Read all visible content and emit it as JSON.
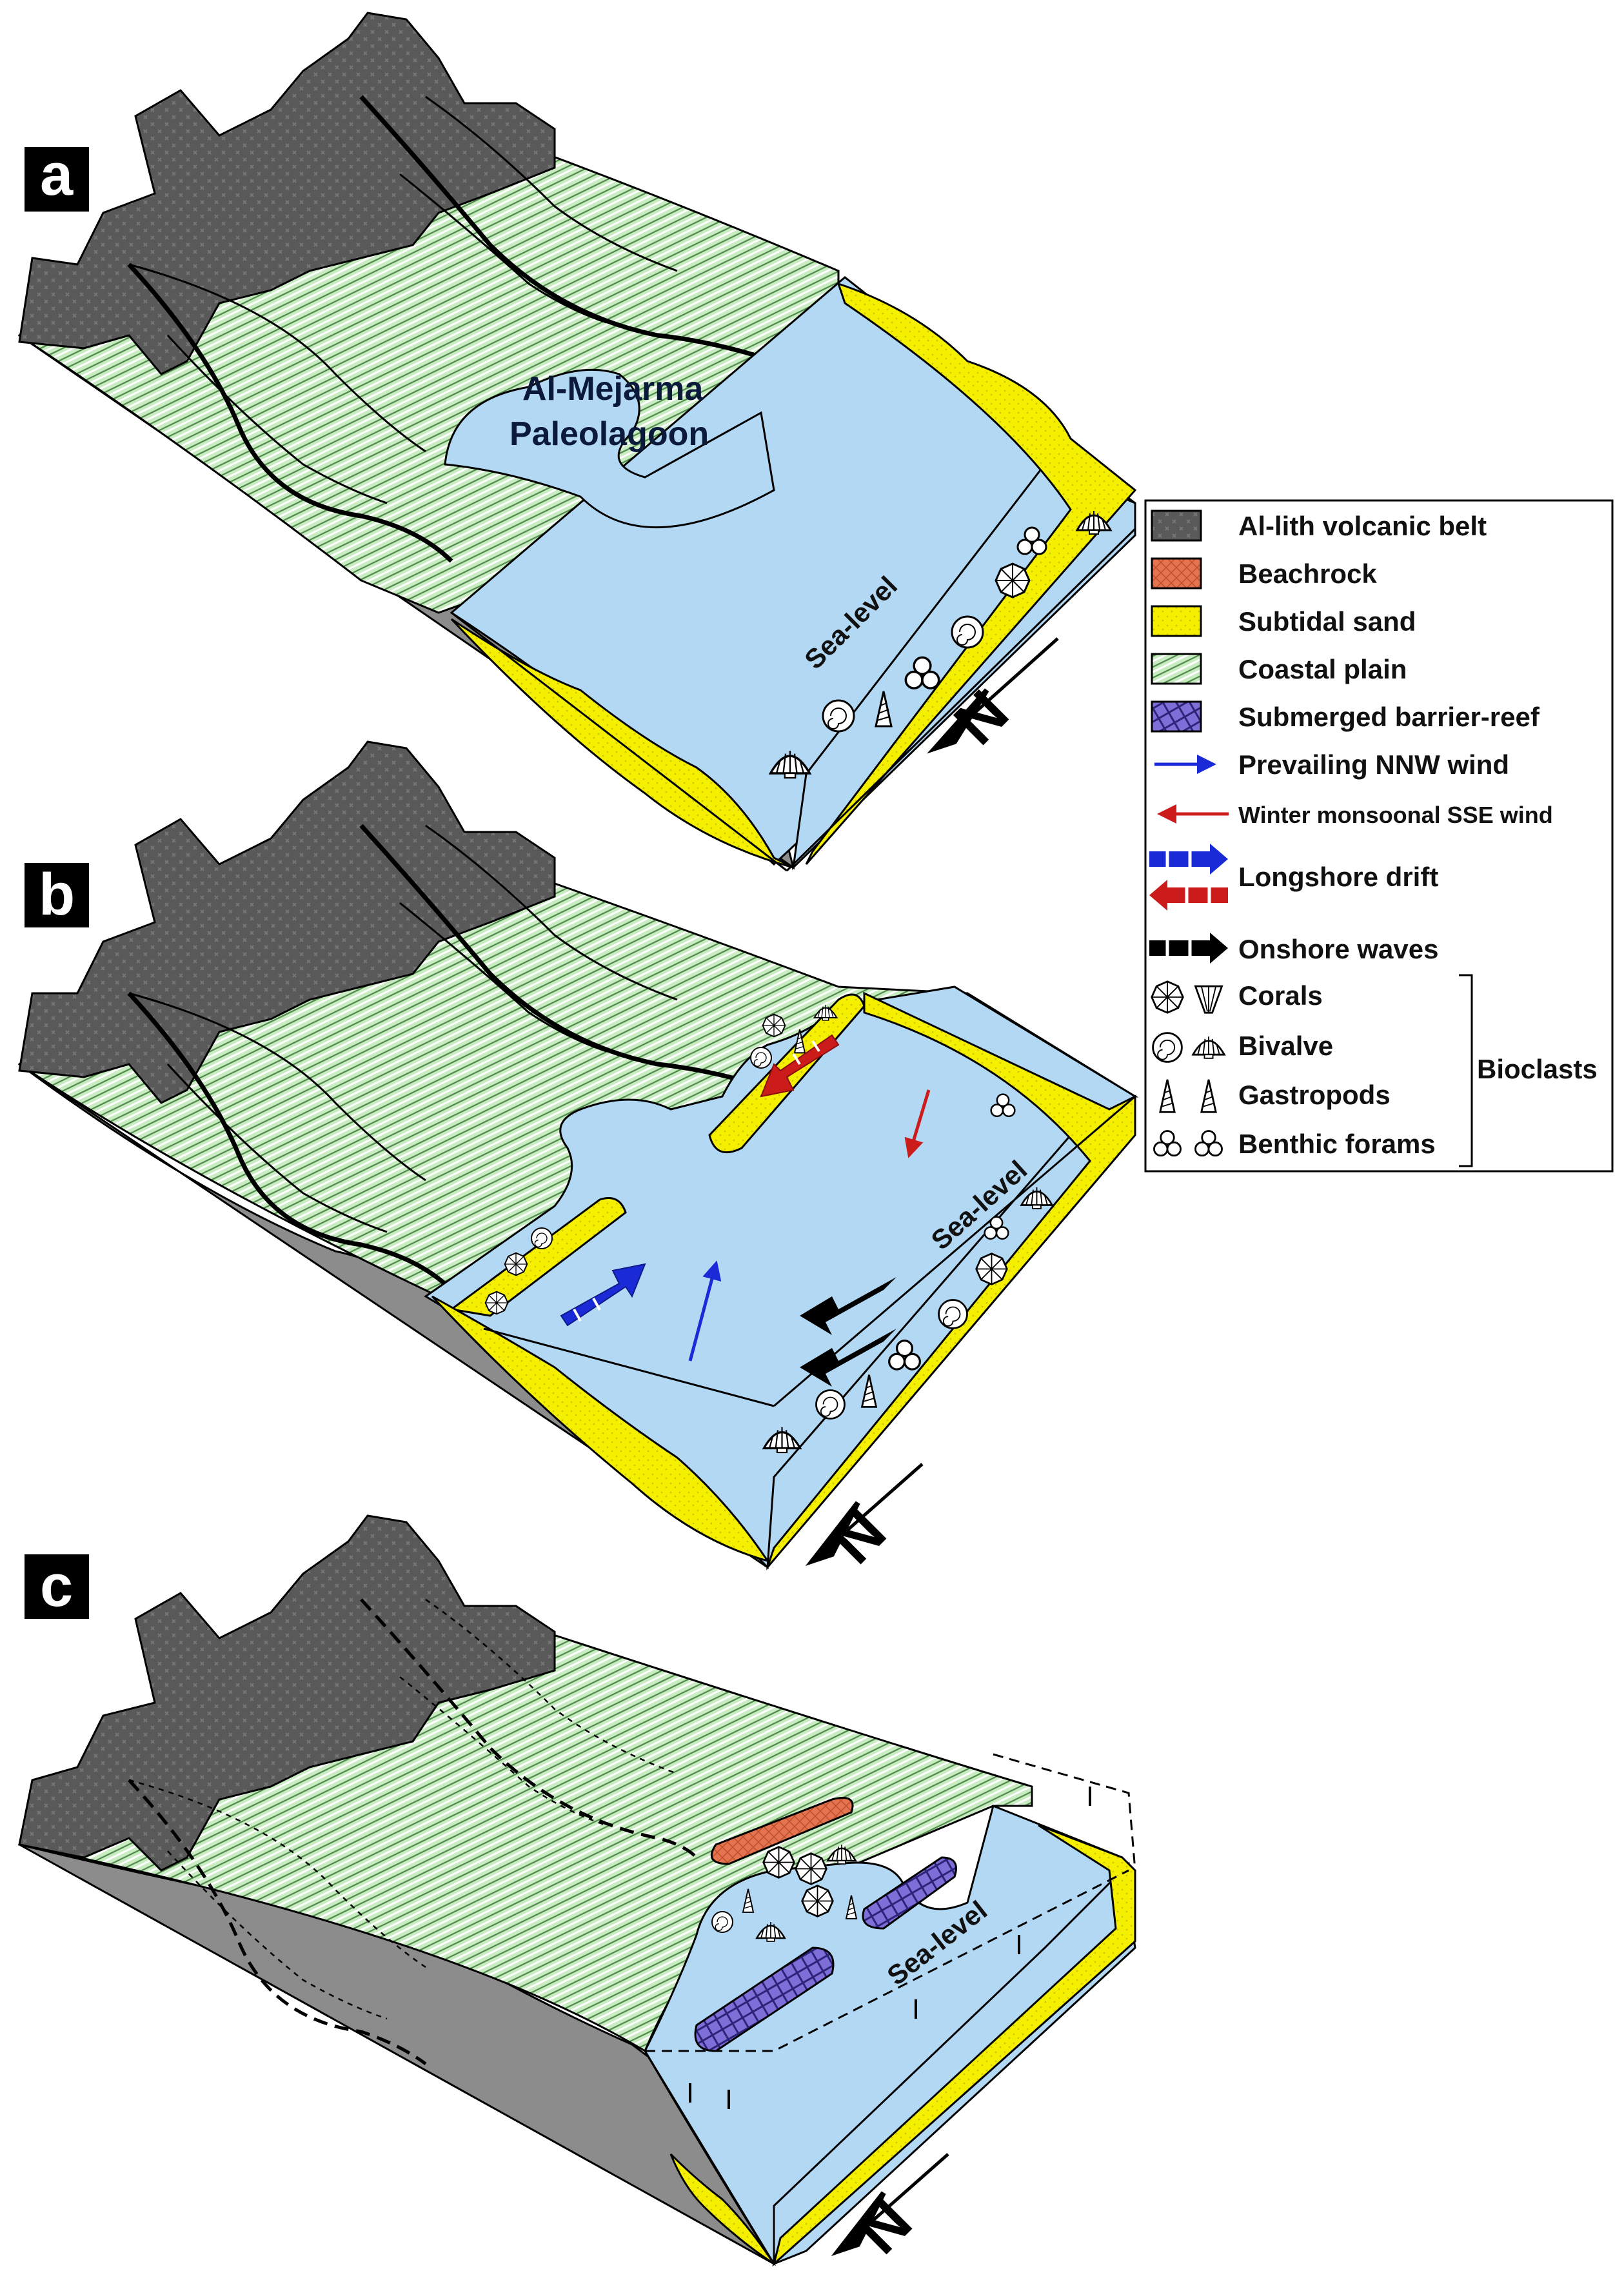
{
  "panels": [
    {
      "id": "a",
      "label": "a"
    },
    {
      "id": "b",
      "label": "b"
    },
    {
      "id": "c",
      "label": "c"
    }
  ],
  "lagoon_label": {
    "line1": "Al-Mejarma",
    "line2": "Paleolagoon"
  },
  "sea_level_label": "Sea-level",
  "north_label": "N",
  "legend": {
    "items": [
      {
        "key": "volcanic",
        "label": "Al-lith volcanic belt"
      },
      {
        "key": "beachrock",
        "label": "Beachrock"
      },
      {
        "key": "sand",
        "label": "Subtidal sand"
      },
      {
        "key": "coastal",
        "label": "Coastal plain"
      },
      {
        "key": "reef",
        "label": "Submerged barrier-reef"
      },
      {
        "key": "nnw",
        "label": "Prevailing NNW wind"
      },
      {
        "key": "sse",
        "label": "Winter monsoonal SSE wind"
      },
      {
        "key": "drift",
        "label": "Longshore drift"
      },
      {
        "key": "waves",
        "label": "Onshore waves"
      },
      {
        "key": "corals",
        "label": "Corals"
      },
      {
        "key": "bivalve",
        "label": "Bivalve"
      },
      {
        "key": "gastropods",
        "label": "Gastropods"
      },
      {
        "key": "forams",
        "label": "Benthic forams"
      }
    ],
    "group_label": "Bioclasts"
  },
  "colors": {
    "volcanic": "#5a5a5a",
    "bedrock": "#8c8c8c",
    "coastal": "#c9ecc2",
    "water": "#b3d8f4",
    "sand": "#f4f000",
    "beachrock": "#e4744f",
    "reef": "#7e6fd8",
    "nnw_wind": "#1a2ad6",
    "sse_wind": "#cc1b1b"
  }
}
